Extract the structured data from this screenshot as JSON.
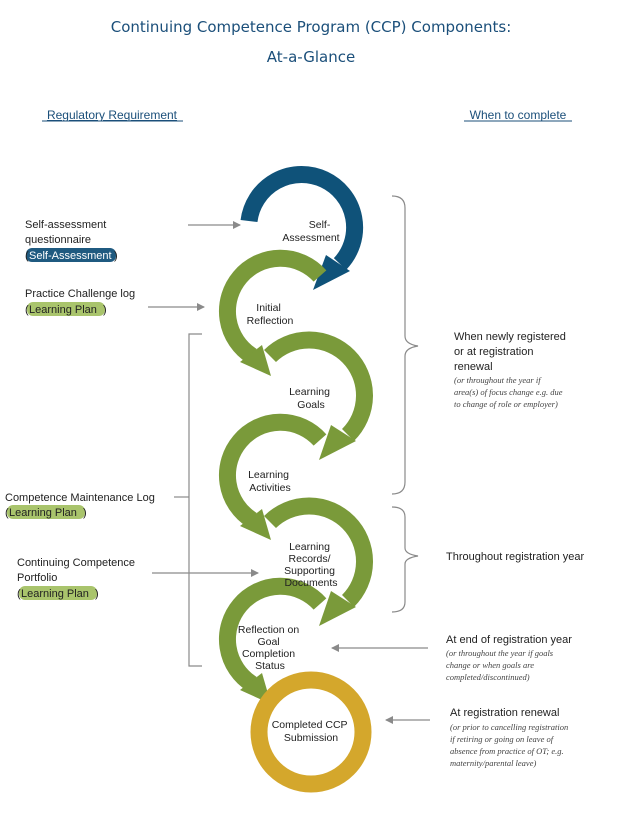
{
  "title": {
    "line1": "Continuing Competence Program (CCP) Components:",
    "line2": "At-a-Glance"
  },
  "headers": {
    "left": "Regulatory Requirement",
    "right": "When to complete"
  },
  "colors": {
    "title": "#1b4f7a",
    "navy": "#0f5279",
    "green": "#7a9a3a",
    "gold": "#d4a72c",
    "arrow": "#8a8a8a"
  },
  "stages": {
    "s1": [
      "Self-",
      "Assessment"
    ],
    "s2": [
      "Initial",
      "Reflection"
    ],
    "s3": [
      "Learning",
      "Goals"
    ],
    "s4": [
      "Learning",
      "Activities"
    ],
    "s5": [
      "Learning",
      "Records/",
      "Supporting",
      "Documents"
    ],
    "s6": [
      "Reflection on",
      "Goal",
      "Completion",
      "Status"
    ],
    "s7": [
      "Completed CCP",
      "Submission"
    ]
  },
  "left_labels": {
    "self_assessment": [
      "Self-assessment",
      "questionnaire"
    ],
    "self_assessment_tag": "Self-Assessment",
    "practice_challenge": "Practice Challenge log",
    "practice_challenge_tag": "Learning Plan",
    "competence_maintenance": "Competence Maintenance Log",
    "competence_maintenance_tag": "Learning Plan",
    "portfolio": [
      "Continuing Competence",
      "Portfolio"
    ],
    "portfolio_tag": "Learning Plan"
  },
  "right_labels": {
    "newly_registered": [
      "When newly registered",
      "or at registration",
      "renewal"
    ],
    "newly_registered_note": [
      "(or throughout the year if",
      "area(s) of focus change e.g. due",
      "to change of role or employer)"
    ],
    "throughout": "Throughout registration year",
    "end_of_year": "At end of registration year",
    "end_of_year_note": [
      "(or throughout the year if goals",
      "change or when goals are",
      "completed/discontinued)"
    ],
    "renewal": "At registration renewal",
    "renewal_note": [
      "(or prior to cancelling registration",
      "if retiring or going on leave of",
      "absence from practice of OT; e.g.",
      "maternity/parental leave)"
    ]
  }
}
